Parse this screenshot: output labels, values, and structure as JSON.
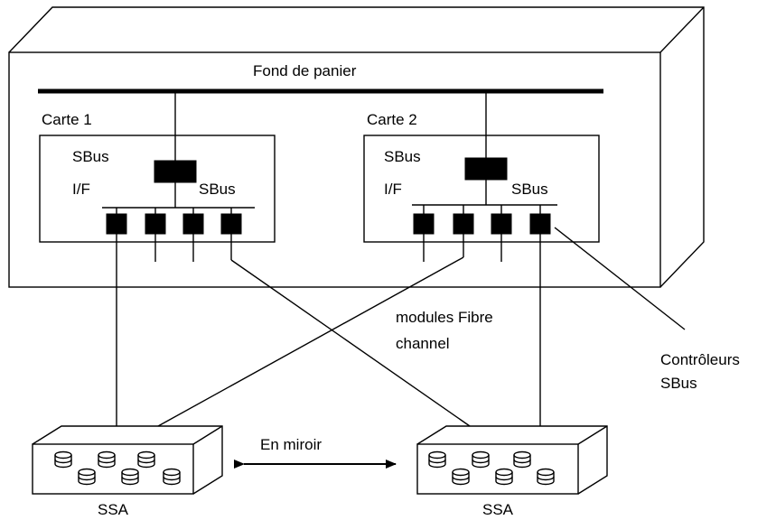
{
  "backplane": {
    "label": "Fond de panier"
  },
  "cards": [
    {
      "title": "Carte 1",
      "interface_line1": "SBus",
      "interface_line2": "I/F",
      "bus_label": "SBus"
    },
    {
      "title": "Carte 2",
      "interface_line1": "SBus",
      "interface_line2": "I/F",
      "bus_label": "SBus"
    }
  ],
  "annotations": {
    "fibre_line1": "modules Fibre",
    "fibre_line2": "channel",
    "controllers_line1": "Contrôleurs",
    "controllers_line2": "SBus",
    "mirror": "En miroir"
  },
  "storage": [
    {
      "label": "SSA"
    },
    {
      "label": "SSA"
    }
  ]
}
